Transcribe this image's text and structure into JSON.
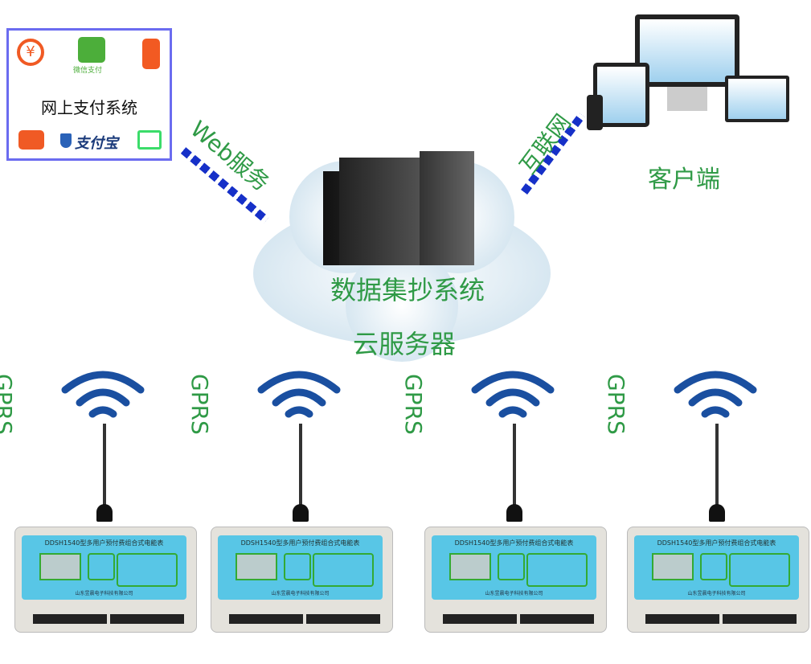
{
  "payment": {
    "title": "网上支付系统",
    "wechat_label": "微信支付",
    "alipay_label": "支付宝",
    "icons": [
      "yuan-refresh-icon",
      "wechat-pay-icon",
      "mobile-tap-icon",
      "bank-card-icon",
      "alipay-icon",
      "card-tap-icon"
    ]
  },
  "links": {
    "web": "Web服务",
    "internet": "互联网"
  },
  "client": {
    "label": "客户端"
  },
  "cloud": {
    "system": "数据集抄系统",
    "server": "云服务器"
  },
  "units": [
    {
      "gprs": "GPRS",
      "meter_title": "DDSH1540型多用户预付费组合式电能表",
      "company": "山东昱晨电子科技有限公司"
    },
    {
      "gprs": "GPRS",
      "meter_title": "DDSH1540型多用户预付费组合式电能表",
      "company": "山东昱晨电子科技有限公司"
    },
    {
      "gprs": "GPRS",
      "meter_title": "DDSH1540型多用户预付费组合式电能表",
      "company": "山东昱晨电子科技有限公司"
    },
    {
      "gprs": "GPRS",
      "meter_title": "DDSH1540型多用户预付费组合式电能表",
      "company": "山东昱晨电子科技有限公司"
    }
  ],
  "colors": {
    "green": "#2f9a46",
    "blue": "#1630c8",
    "wifi": "#1a4fa0",
    "panel": "#58c6e6"
  }
}
